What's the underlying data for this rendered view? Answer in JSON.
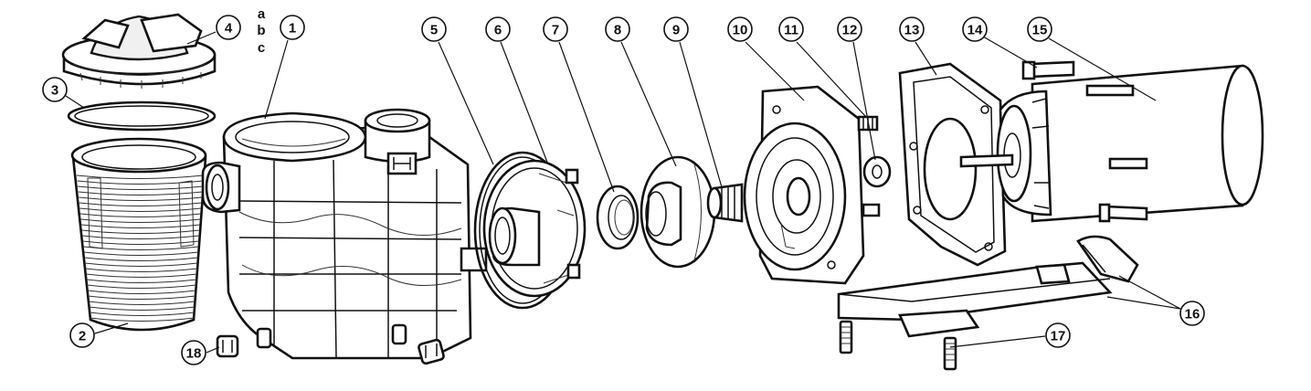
{
  "callouts": [
    {
      "num": "1"
    },
    {
      "num": "2"
    },
    {
      "num": "3"
    },
    {
      "num": "4"
    },
    {
      "num": "5"
    },
    {
      "num": "6"
    },
    {
      "num": "7"
    },
    {
      "num": "8"
    },
    {
      "num": "9"
    },
    {
      "num": "10"
    },
    {
      "num": "11"
    },
    {
      "num": "12"
    },
    {
      "num": "13"
    },
    {
      "num": "14"
    },
    {
      "num": "15"
    },
    {
      "num": "16"
    },
    {
      "num": "17"
    },
    {
      "num": "18"
    }
  ],
  "sublabels": [
    "a",
    "b",
    "c"
  ]
}
